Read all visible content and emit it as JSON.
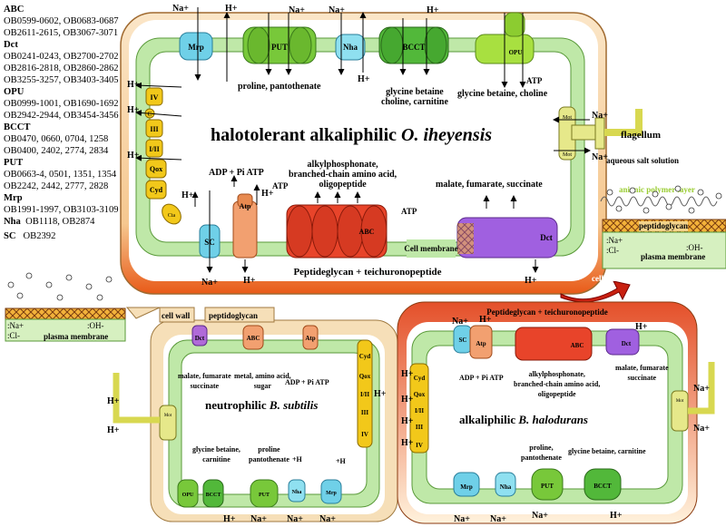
{
  "legend": {
    "groups": [
      {
        "name": "ABC",
        "lines": [
          "OB0599-0602, OB0683-0687",
          "OB2611-2615, OB3067-3071"
        ]
      },
      {
        "name": "Dct",
        "lines": [
          "OB0241-0243, OB2700-2702",
          "OB2816-2818, OB2860-2862",
          "OB3255-3257, OB3403-3405"
        ]
      },
      {
        "name": "OPU",
        "lines": [
          "OB0999-1001, OB1690-1692",
          "OB2942-2944, OB3454-3456"
        ]
      },
      {
        "name": "BCCT",
        "lines": [
          "OB0470, 0660, 0704, 1258",
          "OB0400, 2402, 2774, 2834"
        ]
      },
      {
        "name": "PUT",
        "lines": [
          "OB0663-4, 0501, 1351, 1354",
          "OB2242, 2442, 2777, 2828"
        ]
      },
      {
        "name": "Mrp",
        "lines": [
          "OB1991-1997, OB3103-3109"
        ]
      }
    ],
    "nha": {
      "name": "Nha",
      "text": "OB1118, OB2874"
    },
    "sc": {
      "name": "SC",
      "text": "OB2392"
    }
  },
  "main": {
    "title_prefix": "halotolerant alkaliphilic ",
    "title_species": "O. iheyensis",
    "wall_label": "Peptideglycan + teichuronopeptide",
    "membrane_label": "Cell membrane",
    "flagellum": "flagellum",
    "solution": "aqueous salt solution",
    "polymer": "anionic polymer layer",
    "substrates": {
      "put": "proline, pantothenate",
      "bcct": "glycine betaine\ncholine, carnitine",
      "opu": "glycine betaine, choline",
      "abc": "alkylphosphonate,\nbranched-chain amino acid,\noligopeptide",
      "dct": "malate, fumarate, succinate",
      "atp": "ADP + Pi  ATP"
    },
    "proteins": {
      "mrp": "Mrp",
      "put": "PUT",
      "nha": "Nha",
      "bcct": "BCCT",
      "opu": "OPU",
      "sc": "SC",
      "atp": "Atp",
      "abc": "ABC",
      "dct": "Dct",
      "mot": "Mot",
      "chain": [
        "IV",
        "III",
        "I/II",
        "Qox",
        "Cyd"
      ],
      "cta": "Cta",
      "c": "C"
    }
  },
  "inset_right": {
    "peptidoglycan": "peptidoglycan",
    "na": ":Na+",
    "cl": ":Cl-",
    "oh": ":OH-",
    "membrane": "plasma membrane"
  },
  "inset_left": {
    "na": ":Na+",
    "cl": ":Cl-",
    "oh": ":OH-",
    "membrane": "plasma membrane"
  },
  "arrow_label": "cell wall",
  "subtilis": {
    "title_prefix": "neutrophilic ",
    "title_species": "B. subtilis",
    "cell_wall": "cell wall",
    "peptidoglycan": "peptidoglycan",
    "dct_sub": "malate, fumarate\nsuccinate",
    "abc_sub": "metal, amino acid,\nsugar",
    "atp_sub": "ADP + Pi  ATP",
    "bcct_sub": "glycine betaine,\ncarnitine",
    "put_sub": "proline\npantothenate"
  },
  "halodurans": {
    "title_prefix": "alkaliphilic ",
    "title_species": "B. halodurans",
    "wall_label": "Peptideglycan + teichuronopeptide",
    "atp_sub": "ADP + Pi  ATP",
    "abc_sub": "alkylphosphonate,\nbranched-chain amino acid,\noligopeptide",
    "dct_sub": "malate, fumarate\nsuccinate",
    "put_sub": "proline,\npantothenate",
    "bcct_sub": "glycine betaine, carnitine"
  },
  "ions": {
    "na": "Na+",
    "h": "H+",
    "h_alt": "+H",
    "atp": "ATP"
  }
}
